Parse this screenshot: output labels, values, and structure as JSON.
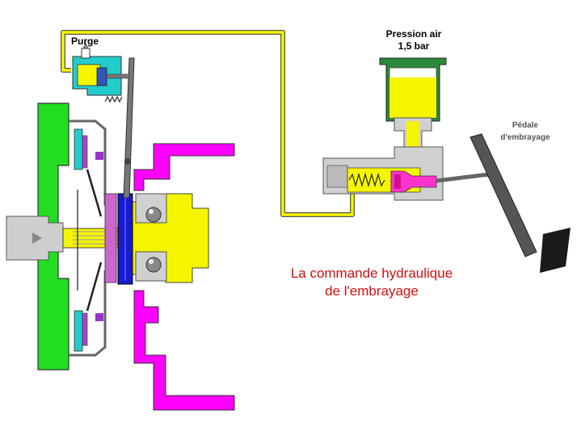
{
  "labels": {
    "purge": "Purge",
    "pression_line1": "Pression air",
    "pression_line2": "1,5 bar",
    "pedale_line1": "Pédale",
    "pedale_line2": "d'embrayage"
  },
  "title": {
    "line1": "La commande hydraulique",
    "line2": "de l'embrayage"
  },
  "colors": {
    "hydraulic_fluid": "#f5f500",
    "housing": "#ff00ff",
    "flywheel": "#22dd22",
    "clutch_disc": "#1a1acc",
    "bleed_screw": "#22cccc",
    "reservoir_rim": "#2a8a3a",
    "body_grey": "#c8c8c8",
    "pedal": "#555555",
    "pedal_pad": "#1a1a1a",
    "title_text": "#d01010"
  }
}
